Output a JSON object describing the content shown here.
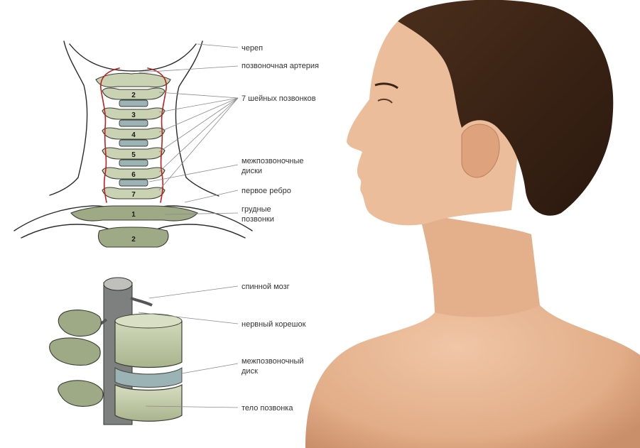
{
  "colors": {
    "bone": "#c9d2b2",
    "bone_shadow": "#9eaa86",
    "disc": "#9cb3b5",
    "artery": "#c41e1e",
    "skin": "#e8b896",
    "hair": "#3b2416",
    "leader_line": "#8a8a8a"
  },
  "neck_diagram": {
    "labels": {
      "skull": "череп",
      "vertebral_artery": "позвоночная артерия",
      "seven_cervical": "7 шейных позвонков",
      "intervertebral_discs_l1": "межпозвоночные",
      "intervertebral_discs_l2": "диски",
      "first_rib": "первое ребро",
      "thoracic_l1": "грудные",
      "thoracic_l2": "позвонки"
    },
    "cervical_numbers": [
      "2",
      "3",
      "4",
      "5",
      "6",
      "7"
    ],
    "thoracic_numbers": [
      "1",
      "2"
    ]
  },
  "segment_diagram": {
    "labels": {
      "spinal_cord": "спинной мозг",
      "nerve_root": "нервный корешок",
      "disc_l1": "межпозвоночный",
      "disc_l2": "диск",
      "vertebral_body": "тело позвонка"
    }
  },
  "photo": {
    "subject": "man-profile-photo"
  }
}
